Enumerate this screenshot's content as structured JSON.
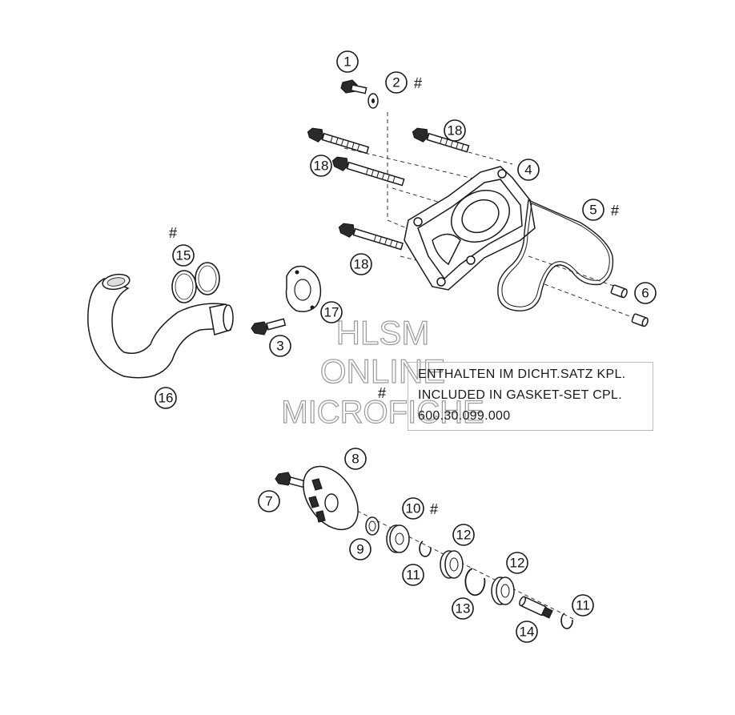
{
  "callouts": [
    {
      "id": "1",
      "label": "1"
    },
    {
      "id": "2",
      "label": "2"
    },
    {
      "id": "3",
      "label": "3"
    },
    {
      "id": "4",
      "label": "4"
    },
    {
      "id": "5",
      "label": "5"
    },
    {
      "id": "6",
      "label": "6"
    },
    {
      "id": "7",
      "label": "7"
    },
    {
      "id": "8",
      "label": "8"
    },
    {
      "id": "9",
      "label": "9"
    },
    {
      "id": "10",
      "label": "10"
    },
    {
      "id": "11a",
      "label": "11"
    },
    {
      "id": "11b",
      "label": "11"
    },
    {
      "id": "12a",
      "label": "12"
    },
    {
      "id": "12b",
      "label": "12"
    },
    {
      "id": "13",
      "label": "13"
    },
    {
      "id": "14",
      "label": "14"
    },
    {
      "id": "15",
      "label": "15"
    },
    {
      "id": "16",
      "label": "16"
    },
    {
      "id": "17",
      "label": "17"
    },
    {
      "id": "18a",
      "label": "18"
    },
    {
      "id": "18b",
      "label": "18"
    },
    {
      "id": "18c",
      "label": "18"
    }
  ],
  "hash_symbol": "#",
  "note": {
    "line1": "ENTHALTEN IM DICHT.SATZ KPL.",
    "line2": "INCLUDED IN GASKET-SET CPL.",
    "line3": "600.30.099.000"
  },
  "watermark": {
    "line1": "HLSM",
    "line2": "ONLINE",
    "line3": "MICROFICHE"
  },
  "colors": {
    "ink": "#1a1a1a",
    "watermark_outline": "#9a9a9a"
  }
}
